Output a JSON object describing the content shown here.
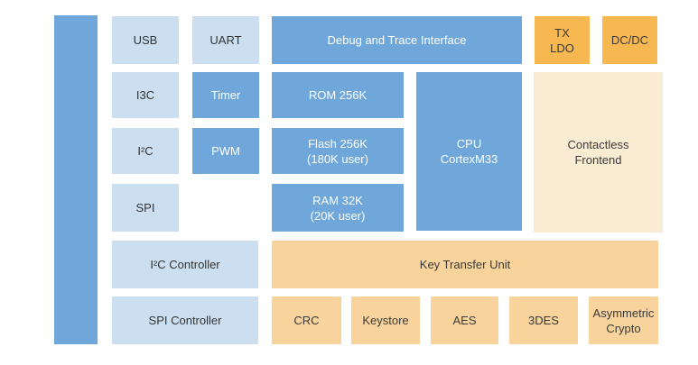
{
  "diagram": {
    "type": "soc-block-diagram",
    "colors": {
      "block_blue": "#6FA7DA",
      "block_blue_light": "#CBDFF1",
      "block_amber": "#F8B851",
      "block_amber_light": "#F8D49C",
      "block_cream": "#FAECD3",
      "text_dark": "#333333",
      "text_light": "#FFFFFF",
      "background": "#FFFFFF"
    },
    "blocks": {
      "usb": {
        "label": "USB"
      },
      "uart": {
        "label": "UART"
      },
      "debug": {
        "label": "Debug and Trace Interface"
      },
      "tx_ldo": {
        "label": "TX\nLDO"
      },
      "dcdc": {
        "label": "DC/DC"
      },
      "i3c": {
        "label": "I3C"
      },
      "timer": {
        "label": "Timer"
      },
      "rom": {
        "label": "ROM 256K"
      },
      "cpu": {
        "label": "CPU\nCortexM33"
      },
      "contactless": {
        "label": "Contactless\nFrontend"
      },
      "i2c": {
        "label": "I²C"
      },
      "pwm": {
        "label": "PWM"
      },
      "flash": {
        "label": "Flash 256K\n(180K user)"
      },
      "spi": {
        "label": "SPI"
      },
      "ram": {
        "label": "RAM 32K\n(20K user)"
      },
      "i2c_controller": {
        "label": "I²C Controller"
      },
      "key_transfer_unit": {
        "label": "Key Transfer Unit"
      },
      "spi_controller": {
        "label": "SPI Controller"
      },
      "crc": {
        "label": "CRC"
      },
      "keystore": {
        "label": "Keystore"
      },
      "aes": {
        "label": "AES"
      },
      "tdes": {
        "label": "3DES"
      },
      "asymmetric_crypto": {
        "label": "Asymmetric\nCrypto"
      }
    }
  }
}
